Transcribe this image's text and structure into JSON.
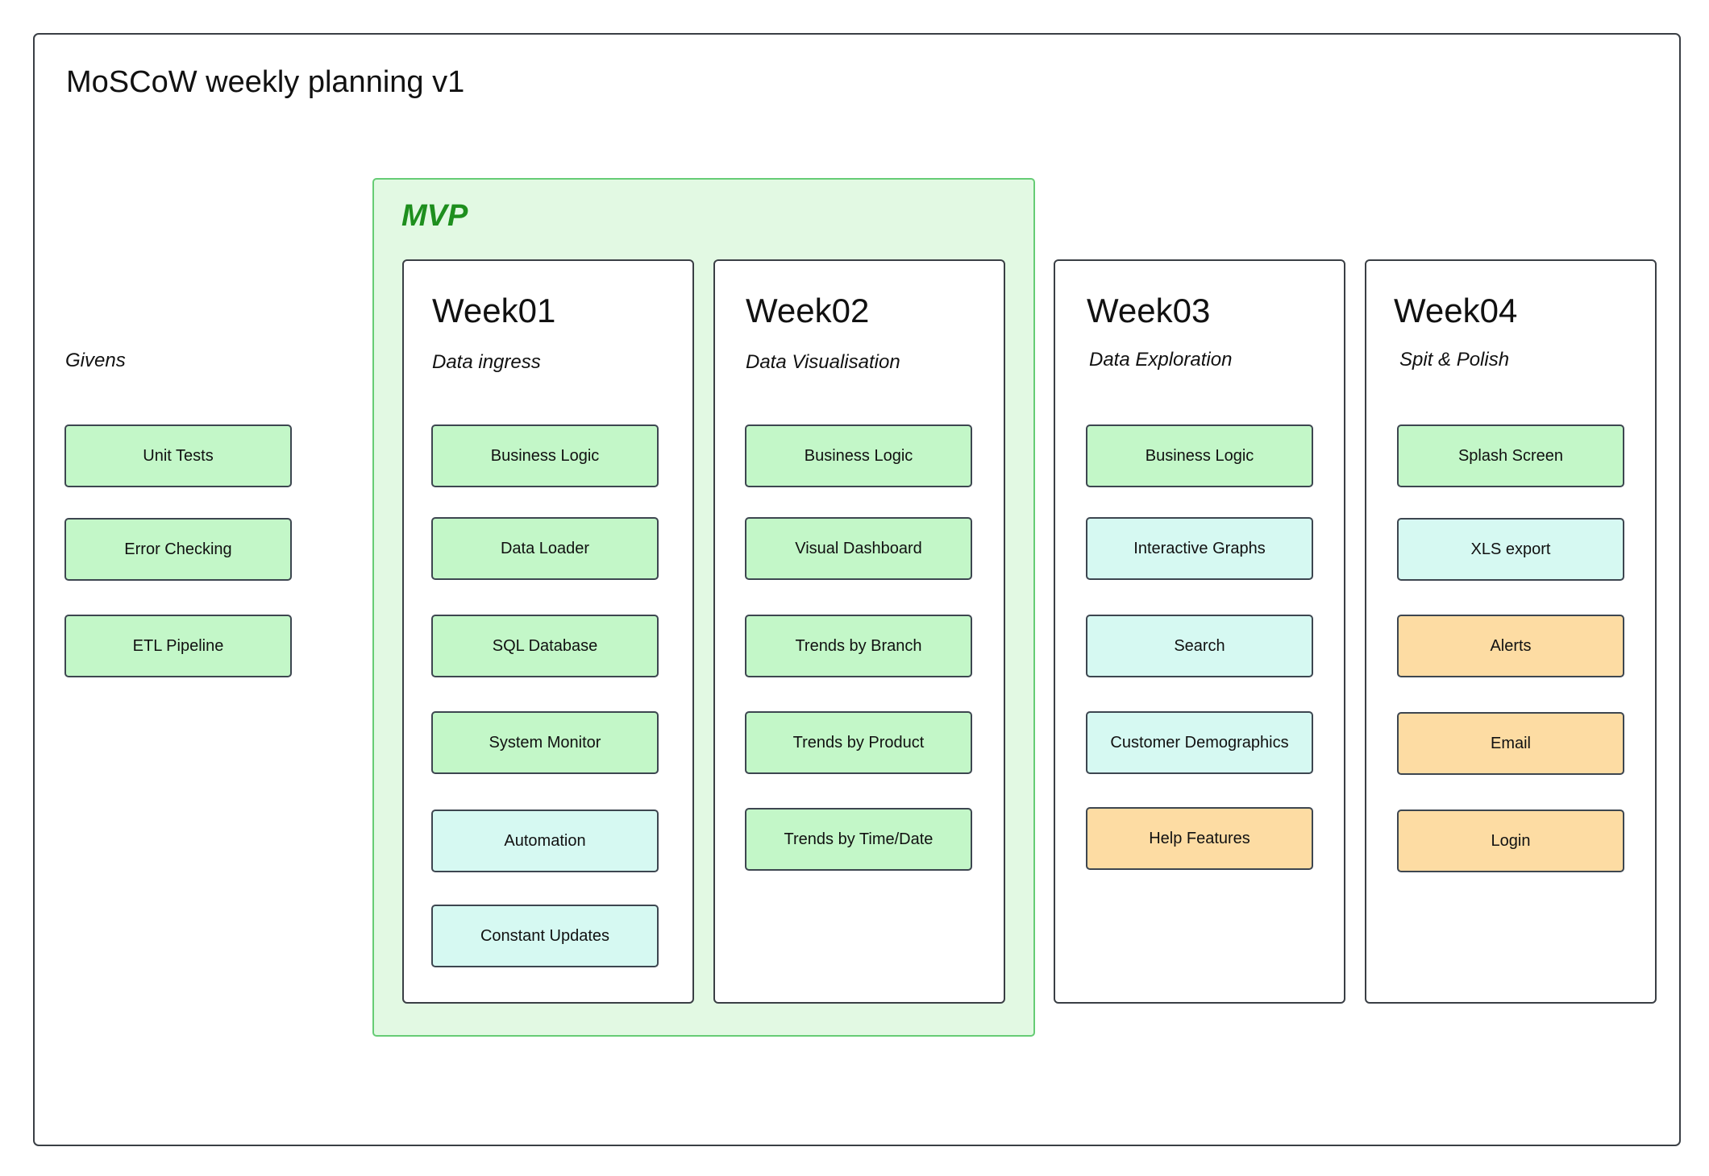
{
  "board": {
    "title": "MoSCoW weekly planning v1"
  },
  "colors": {
    "must": "#c3f7c8",
    "should": "#d6f9f2",
    "could": "#fddca3",
    "mvp_fill": "#e2f9e3",
    "mvp_border": "#66cc75",
    "mvp_text": "#1e8f1e"
  },
  "mvp": {
    "label": "MVP"
  },
  "givens": {
    "label": "Givens",
    "cards": [
      {
        "label": "Unit Tests",
        "priority": "must"
      },
      {
        "label": "Error Checking",
        "priority": "must"
      },
      {
        "label": "ETL Pipeline",
        "priority": "must"
      }
    ]
  },
  "weeks": [
    {
      "title": "Week01",
      "subtitle": "Data ingress",
      "cards": [
        {
          "label": "Business Logic",
          "priority": "must"
        },
        {
          "label": "Data Loader",
          "priority": "must"
        },
        {
          "label": "SQL Database",
          "priority": "must"
        },
        {
          "label": "System Monitor",
          "priority": "must"
        },
        {
          "label": "Automation",
          "priority": "should"
        },
        {
          "label": "Constant Updates",
          "priority": "should"
        }
      ]
    },
    {
      "title": "Week02",
      "subtitle": "Data Visualisation",
      "cards": [
        {
          "label": "Business Logic",
          "priority": "must"
        },
        {
          "label": "Visual Dashboard",
          "priority": "must"
        },
        {
          "label": "Trends by Branch",
          "priority": "must"
        },
        {
          "label": "Trends by Product",
          "priority": "must"
        },
        {
          "label": "Trends by Time/Date",
          "priority": "must"
        }
      ]
    },
    {
      "title": "Week03",
      "subtitle": "Data Exploration",
      "cards": [
        {
          "label": "Business Logic",
          "priority": "must"
        },
        {
          "label": "Interactive Graphs",
          "priority": "should"
        },
        {
          "label": "Search",
          "priority": "should"
        },
        {
          "label": "Customer Demographics",
          "priority": "should"
        },
        {
          "label": "Help Features",
          "priority": "could"
        }
      ]
    },
    {
      "title": "Week04",
      "subtitle": "Spit & Polish",
      "cards": [
        {
          "label": "Splash Screen",
          "priority": "must"
        },
        {
          "label": "XLS export",
          "priority": "should"
        },
        {
          "label": "Alerts",
          "priority": "could"
        },
        {
          "label": "Email",
          "priority": "could"
        },
        {
          "label": "Login",
          "priority": "could"
        }
      ]
    }
  ]
}
